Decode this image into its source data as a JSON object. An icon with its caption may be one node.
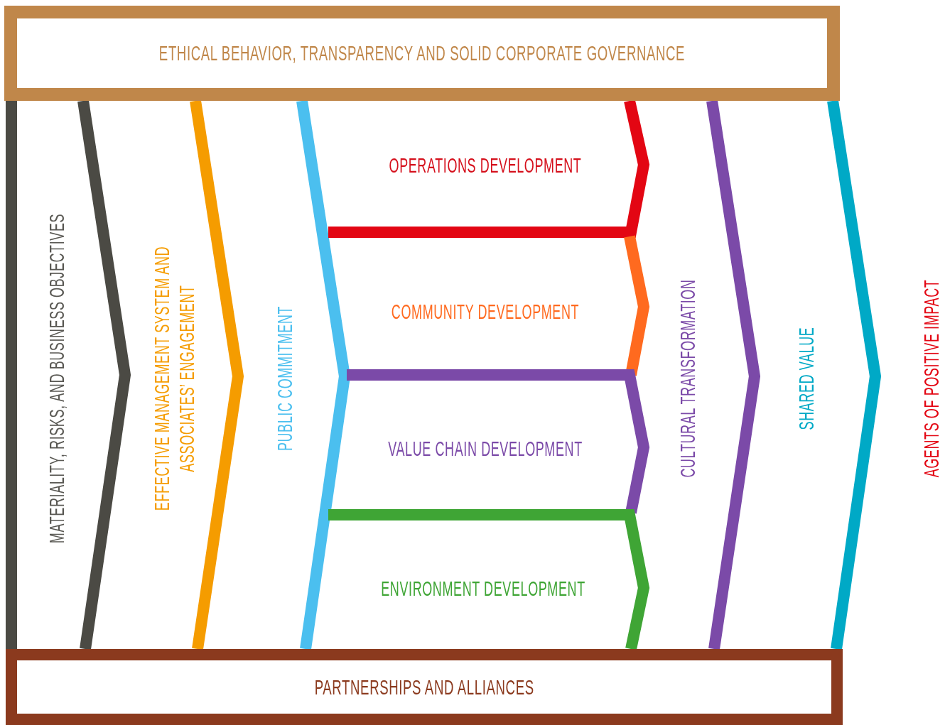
{
  "diagram": {
    "nodes": [
      {
        "text": [
          "ETHICAL BEHAVIOR, TRANSPARENCY AND SOLID CORPORATE GOVERNANCE"
        ]
      },
      {
        "text": [
          "PARTNERSHIPS AND ALLIANCES"
        ]
      },
      {
        "text": [
          "MATERIALITY, RISKS, AND BUSINESS OBJECTIVES"
        ]
      },
      {
        "text": [
          "EFFECTIVE MANAGEMENT SYSTEM AND ASSOCIATES’ ENGAGEMENT"
        ]
      },
      {
        "text": [
          "PUBLIC COMMITMENT"
        ]
      },
      {
        "text": [
          "OPERATIONS DEVELOPMENT"
        ]
      },
      {
        "text": [
          "COMMUNITY DEVELOPMENT"
        ]
      },
      {
        "text": [
          "VALUE CHAIN DEVELOPMENT"
        ]
      },
      {
        "text": [
          "ENVIRONMENT DEVELOPMENT"
        ]
      },
      {
        "text": [
          "CULTURAL TRANSFORMATION"
        ]
      },
      {
        "text": [
          "SHARED VALUE"
        ]
      },
      {
        "text": [
          "AGENTS OF POSITIVE IMPACT"
        ]
      }
    ]
  }
}
